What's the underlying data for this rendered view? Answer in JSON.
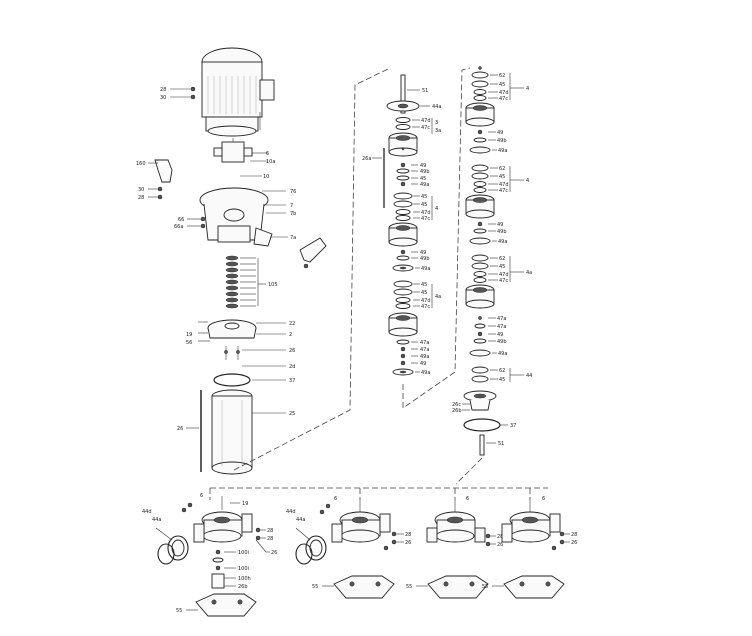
{
  "diagram": {
    "labels": {
      "motor_set_a": "28",
      "motor_set_b": "30",
      "coupling_a": "6",
      "coupling_b": "10a",
      "coupling_c": "10",
      "bracket": "160",
      "bolt_a": "30",
      "bolt_b": "28",
      "head_76": "76",
      "head_7": "7",
      "head_7b": "7b",
      "head_7a": "7a",
      "left_66": "66",
      "left_66a": "66a",
      "seal_stack": "105",
      "bottom_22": "22",
      "bottom_2": "2",
      "bottom_19": "19",
      "bottom_56": "56",
      "bottom_26": "26",
      "bottom_2d": "2d",
      "oring_37": "37",
      "sleeve_25": "25",
      "tierod_26": "26",
      "mid_shaft": "51",
      "mid_44a": "44a",
      "mid_47d": "47d",
      "mid_47c": "47c",
      "mid_3": "3",
      "mid_3a": "3a",
      "mid_26a": "26a",
      "mid_4": "4",
      "mid_45": "45",
      "mid_49b": "49b",
      "mid_49a": "49a",
      "mid_4a": "4a",
      "right_62": "62",
      "right_45": "45",
      "right_47d": "47d",
      "right_47c": "47c",
      "right_4": "4",
      "right_49": "49",
      "right_49b": "49b",
      "right_4a": "4a",
      "right_47a": "47a",
      "right_44": "44",
      "right_26c": "26c",
      "right_26b": "26b",
      "right_37": "37",
      "right_51": "51",
      "base_6": "6",
      "base_19": "19",
      "base_44d": "44d",
      "base_44a": "44a",
      "base_28": "28",
      "base_100i": "100i",
      "base_100h": "100h",
      "base_26b": "26b",
      "base_55": "55"
    }
  }
}
